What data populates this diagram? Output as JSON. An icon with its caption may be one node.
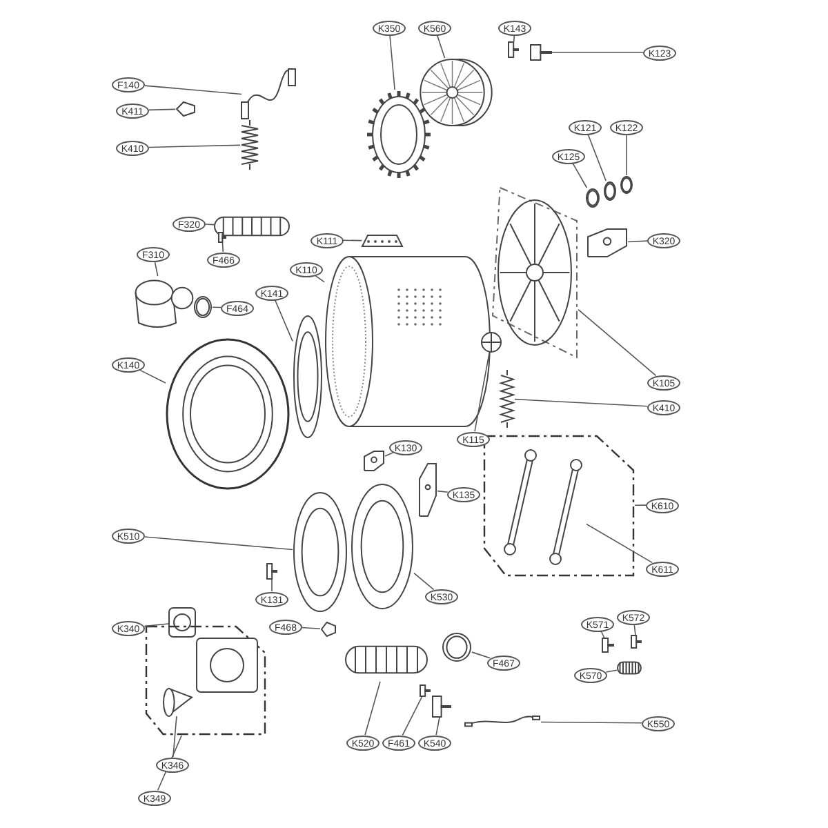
{
  "diagram": {
    "nodes": [
      {
        "text": [
          "K350"
        ]
      },
      {
        "text": [
          "K560"
        ]
      },
      {
        "text": [
          "K143"
        ]
      },
      {
        "text": [
          "K123"
        ]
      },
      {
        "text": [
          "F140"
        ]
      },
      {
        "text": [
          "K411"
        ]
      },
      {
        "text": [
          "K121"
        ]
      },
      {
        "text": [
          "K122"
        ]
      },
      {
        "text": [
          "K410"
        ]
      },
      {
        "text": [
          "K125"
        ]
      },
      {
        "text": [
          "F320"
        ]
      },
      {
        "text": [
          "K320"
        ]
      },
      {
        "text": [
          "K110"
        ]
      },
      {
        "text": [
          "K111"
        ]
      },
      {
        "text": [
          "F310"
        ]
      },
      {
        "text": [
          "F466"
        ]
      },
      {
        "text": [
          "K141"
        ]
      },
      {
        "text": [
          "F464"
        ]
      },
      {
        "text": [
          "K140"
        ]
      },
      {
        "text": [
          "K105"
        ]
      },
      {
        "text": [
          "K410"
        ]
      },
      {
        "text": [
          "K115"
        ]
      },
      {
        "text": [
          "K130"
        ]
      },
      {
        "text": [
          "K135"
        ]
      },
      {
        "text": [
          "K610"
        ]
      },
      {
        "text": [
          "K510"
        ]
      },
      {
        "text": [
          "K611"
        ]
      },
      {
        "text": [
          "K530"
        ]
      },
      {
        "text": [
          "K131"
        ]
      },
      {
        "text": [
          "K571"
        ]
      },
      {
        "text": [
          "K572"
        ]
      },
      {
        "text": [
          "K340"
        ]
      },
      {
        "text": [
          "F468"
        ]
      },
      {
        "text": [
          "F467"
        ]
      },
      {
        "text": [
          "K570"
        ]
      },
      {
        "text": [
          "K550"
        ]
      },
      {
        "text": [
          "K520"
        ]
      },
      {
        "text": [
          "F461"
        ]
      },
      {
        "text": [
          "K540"
        ]
      },
      {
        "text": [
          "K349"
        ]
      },
      {
        "text": [
          "K346"
        ]
      },
      {
        "text": [],
        "shape": "picture"
      },
      {
        "text": [],
        "shape": "picture"
      },
      {
        "text": [],
        "shape": "picture"
      },
      {
        "text": [],
        "shape": "picture"
      },
      {
        "text": [],
        "shape": "picture"
      },
      {
        "text": [],
        "shape": "picture"
      },
      {
        "text": [],
        "shape": "picture"
      },
      {
        "text": [],
        "shape": "picture"
      },
      {
        "text": [],
        "shape": "picture"
      },
      {
        "text": [],
        "shape": "picture"
      },
      {
        "text": [],
        "shape": "picture"
      },
      {
        "text": [],
        "shape": "picture"
      },
      {
        "text": [],
        "shape": "picture"
      },
      {
        "text": [],
        "shape": "picture"
      },
      {
        "text": [],
        "shape": "picture"
      },
      {
        "text": [],
        "shape": "picture"
      },
      {
        "text": [],
        "shape": "picture"
      },
      {
        "text": [],
        "shape": "picture"
      },
      {
        "text": [],
        "shape": "picture"
      },
      {
        "text": [],
        "shape": "picture"
      },
      {
        "text": [],
        "shape": "picture"
      },
      {
        "text": [],
        "shape": "picture"
      },
      {
        "text": [],
        "shape": "picture"
      },
      {
        "text": [],
        "shape": "picture"
      },
      {
        "text": [],
        "shape": "picture"
      },
      {
        "text": [],
        "shape": "picture"
      },
      {
        "text": [],
        "shape": "picture",
        "in": 65
      },
      {
        "text": [],
        "shape": "picture"
      },
      {
        "text": [],
        "shape": "picture"
      },
      {
        "text": [],
        "shape": "picture"
      },
      {
        "text": [],
        "shape": "picture"
      },
      {
        "text": [],
        "shape": "picture"
      },
      {
        "text": [],
        "shape": "picture"
      },
      {
        "text": [],
        "shape": "picture"
      },
      {
        "text": [],
        "shape": "picture"
      },
      {
        "text": [],
        "shape": "picture"
      },
      {
        "text": [],
        "shape": "picture"
      },
      {
        "text": [],
        "shape": "picture"
      },
      {
        "text": [],
        "shape": "picture"
      },
      {
        "text": [],
        "shape": "picture"
      },
      {
        "text": [],
        "shape": "picture",
        "in": 80
      }
    ],
    "edges": [
      {
        "from": 0,
        "to": 41,
        "arrow": "none"
      },
      {
        "from": 1,
        "to": 42,
        "arrow": "none"
      },
      {
        "from": 2,
        "to": 43,
        "arrow": "none"
      },
      {
        "from": 3,
        "to": 44,
        "arrow": "none"
      },
      {
        "from": 4,
        "to": 45,
        "arrow": "none"
      },
      {
        "from": 5,
        "to": 46,
        "arrow": "none"
      },
      {
        "from": 6,
        "to": 47,
        "arrow": "none"
      },
      {
        "from": 7,
        "to": 48,
        "arrow": "none"
      },
      {
        "from": 8,
        "to": 49,
        "arrow": "none"
      },
      {
        "from": 9,
        "to": 50,
        "arrow": "none"
      },
      {
        "from": 10,
        "to": 51,
        "arrow": "none"
      },
      {
        "from": 11,
        "to": 52,
        "arrow": "none"
      },
      {
        "from": 12,
        "to": 53,
        "arrow": "none"
      },
      {
        "from": 13,
        "to": 54,
        "arrow": "none"
      },
      {
        "from": 14,
        "to": 55,
        "arrow": "none"
      },
      {
        "from": 15,
        "to": 56,
        "arrow": "none"
      },
      {
        "from": 16,
        "to": 57,
        "arrow": "none"
      },
      {
        "from": 17,
        "to": 58,
        "arrow": "none"
      },
      {
        "from": 18,
        "to": 59,
        "arrow": "none"
      },
      {
        "from": 19,
        "to": 60,
        "arrow": "none"
      },
      {
        "from": 20,
        "to": 61,
        "arrow": "none"
      },
      {
        "from": 21,
        "to": 62,
        "arrow": "none"
      },
      {
        "from": 22,
        "to": 63,
        "arrow": "none"
      },
      {
        "from": 23,
        "to": 64,
        "arrow": "none"
      },
      {
        "from": 24,
        "to": 65,
        "arrow": "none"
      },
      {
        "from": 25,
        "to": 66,
        "arrow": "none"
      },
      {
        "from": 26,
        "to": 67,
        "arrow": "none"
      },
      {
        "from": 27,
        "to": 68,
        "arrow": "none"
      },
      {
        "from": 28,
        "to": 69,
        "arrow": "none"
      },
      {
        "from": 29,
        "to": 70,
        "arrow": "none"
      },
      {
        "from": 30,
        "to": 71,
        "arrow": "none"
      },
      {
        "from": 31,
        "to": 72,
        "arrow": "none"
      },
      {
        "from": 32,
        "to": 73,
        "arrow": "none"
      },
      {
        "from": 33,
        "to": 74,
        "arrow": "none"
      },
      {
        "from": 34,
        "to": 75,
        "arrow": "none"
      },
      {
        "from": 35,
        "to": 76,
        "arrow": "none"
      },
      {
        "from": 36,
        "to": 77,
        "arrow": "none"
      },
      {
        "from": 37,
        "to": 78,
        "arrow": "none"
      },
      {
        "from": 38,
        "to": 79,
        "arrow": "none"
      },
      {
        "from": 39,
        "to": 80,
        "arrow": "none"
      },
      {
        "from": 40,
        "to": 81,
        "arrow": "none"
      }
    ]
  }
}
